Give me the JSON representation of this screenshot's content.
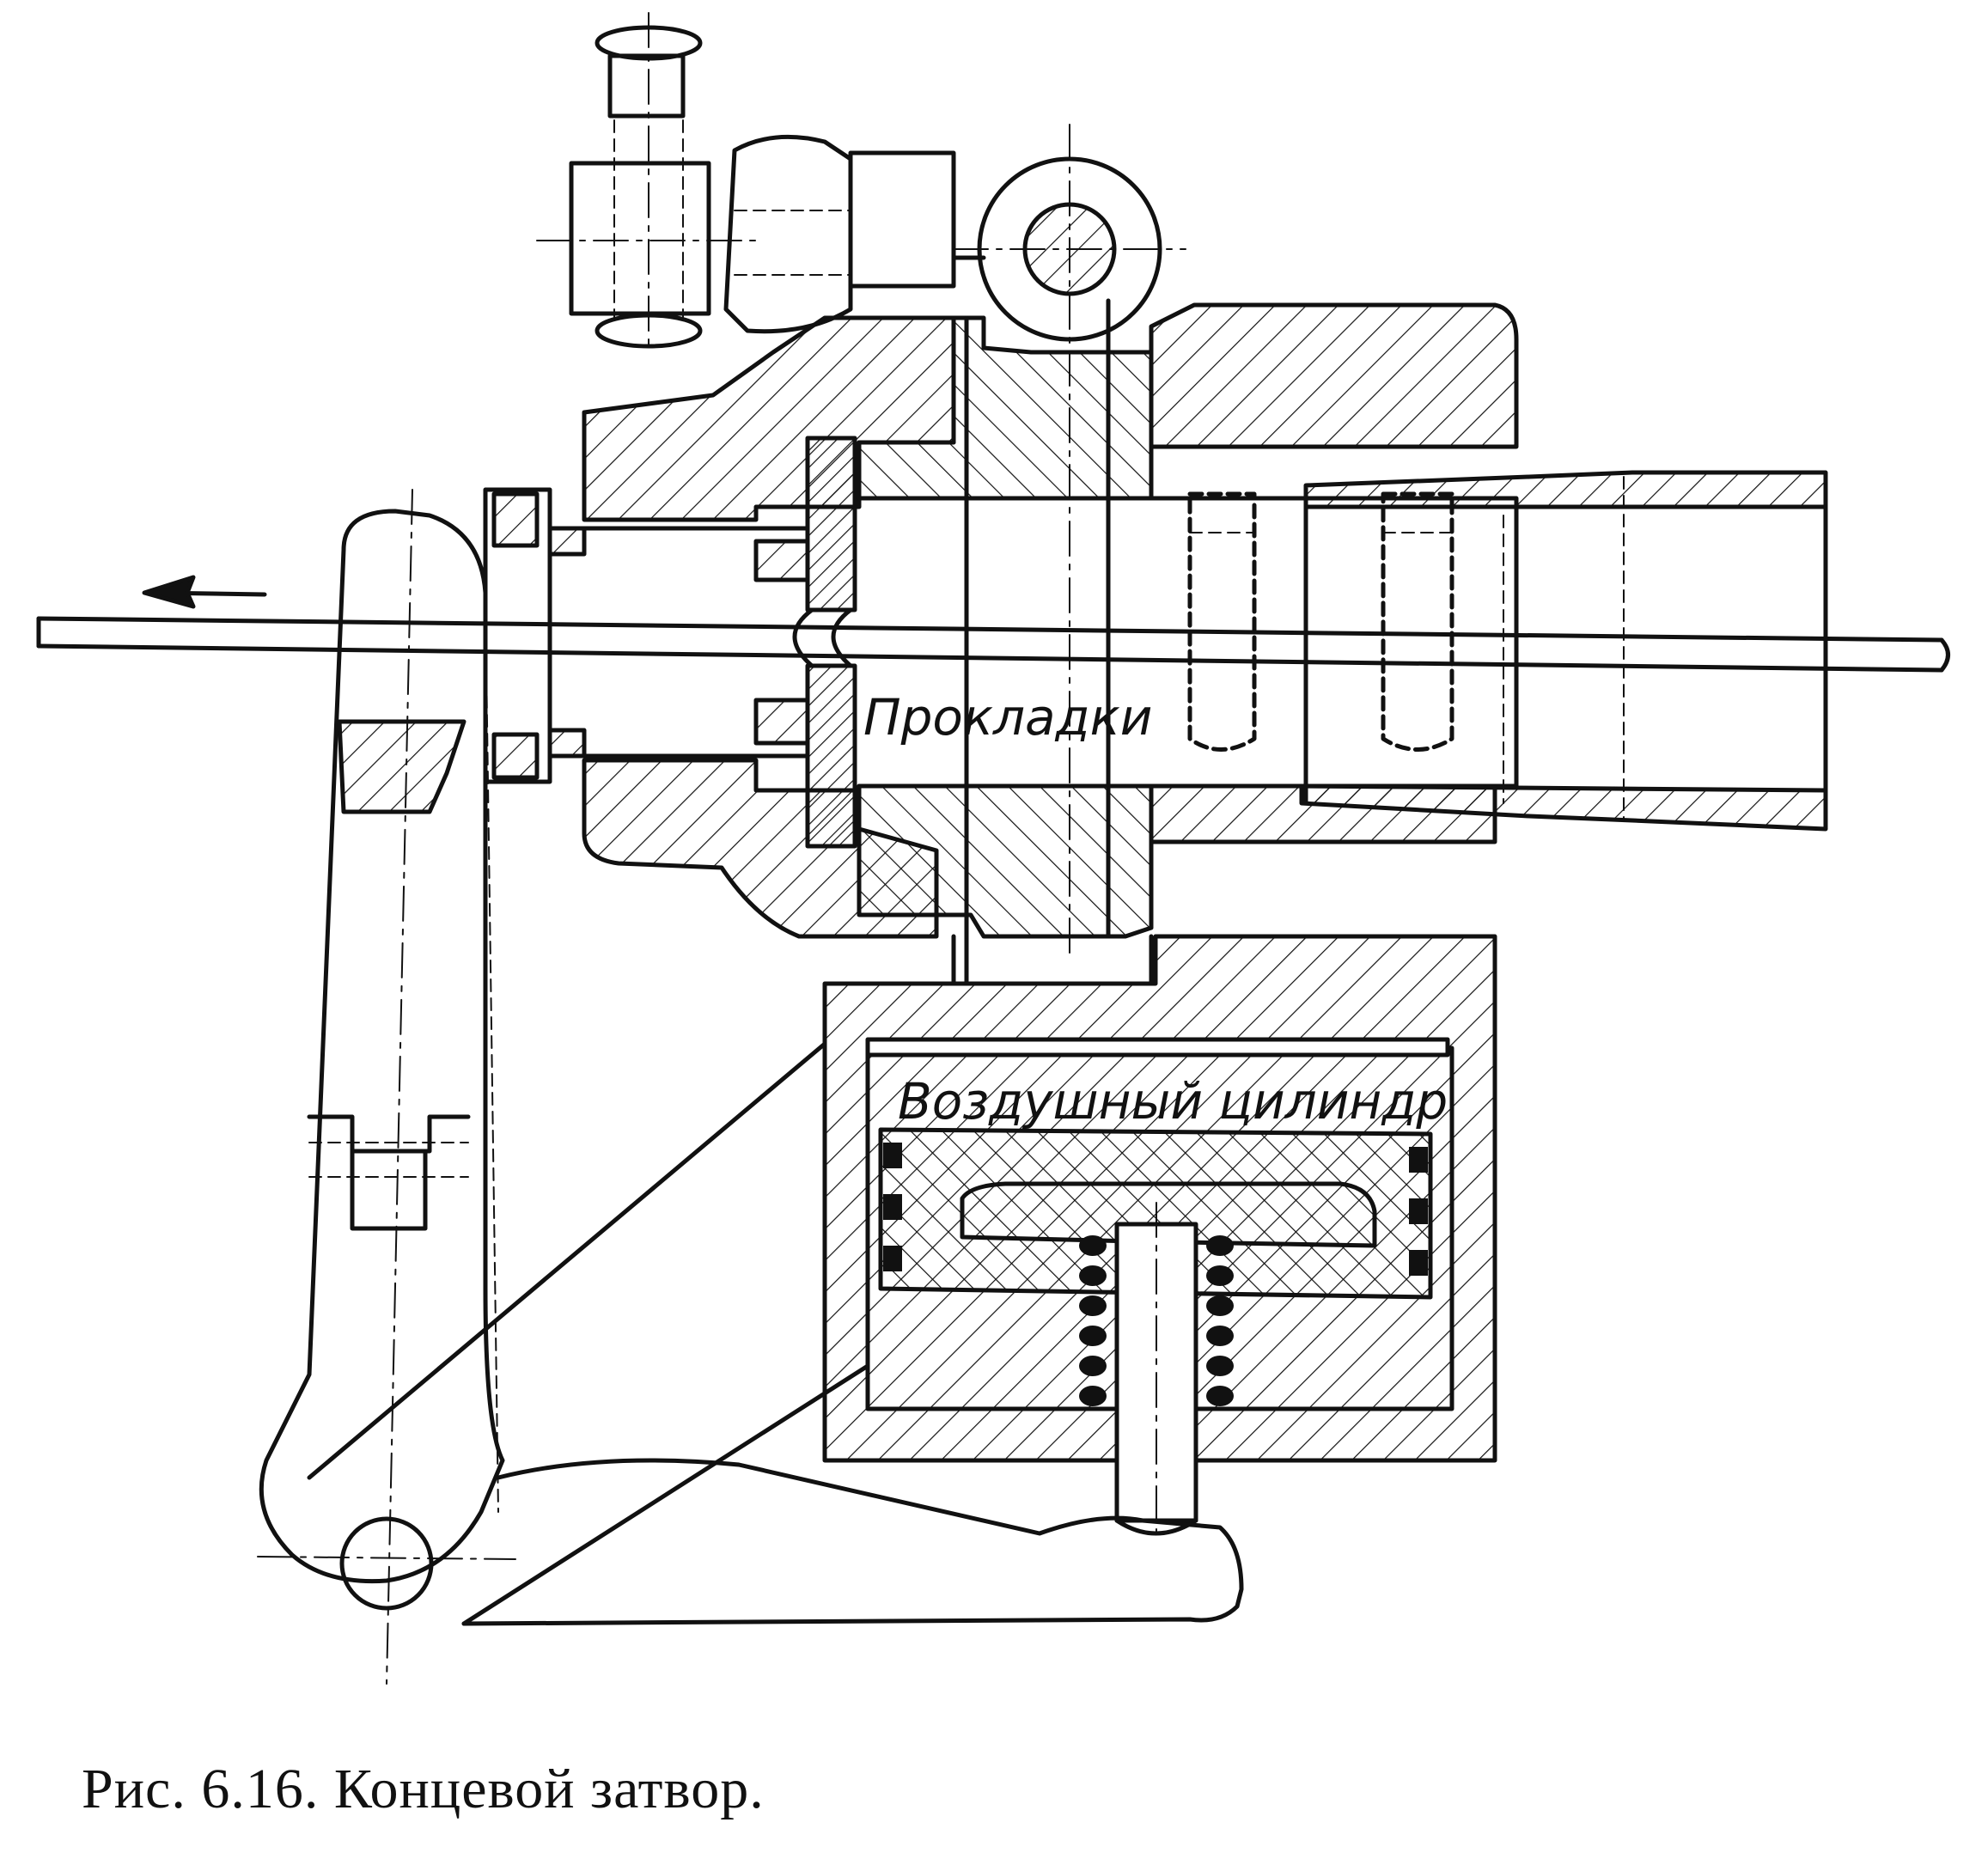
{
  "labels": {
    "gaskets": "Прокладки",
    "air_cylinder": "Воздушный цилиндр"
  },
  "caption": "Рис. 6.16. Концевой затвор.",
  "colors": {
    "ink": "#111111",
    "paper": "#ffffff"
  }
}
